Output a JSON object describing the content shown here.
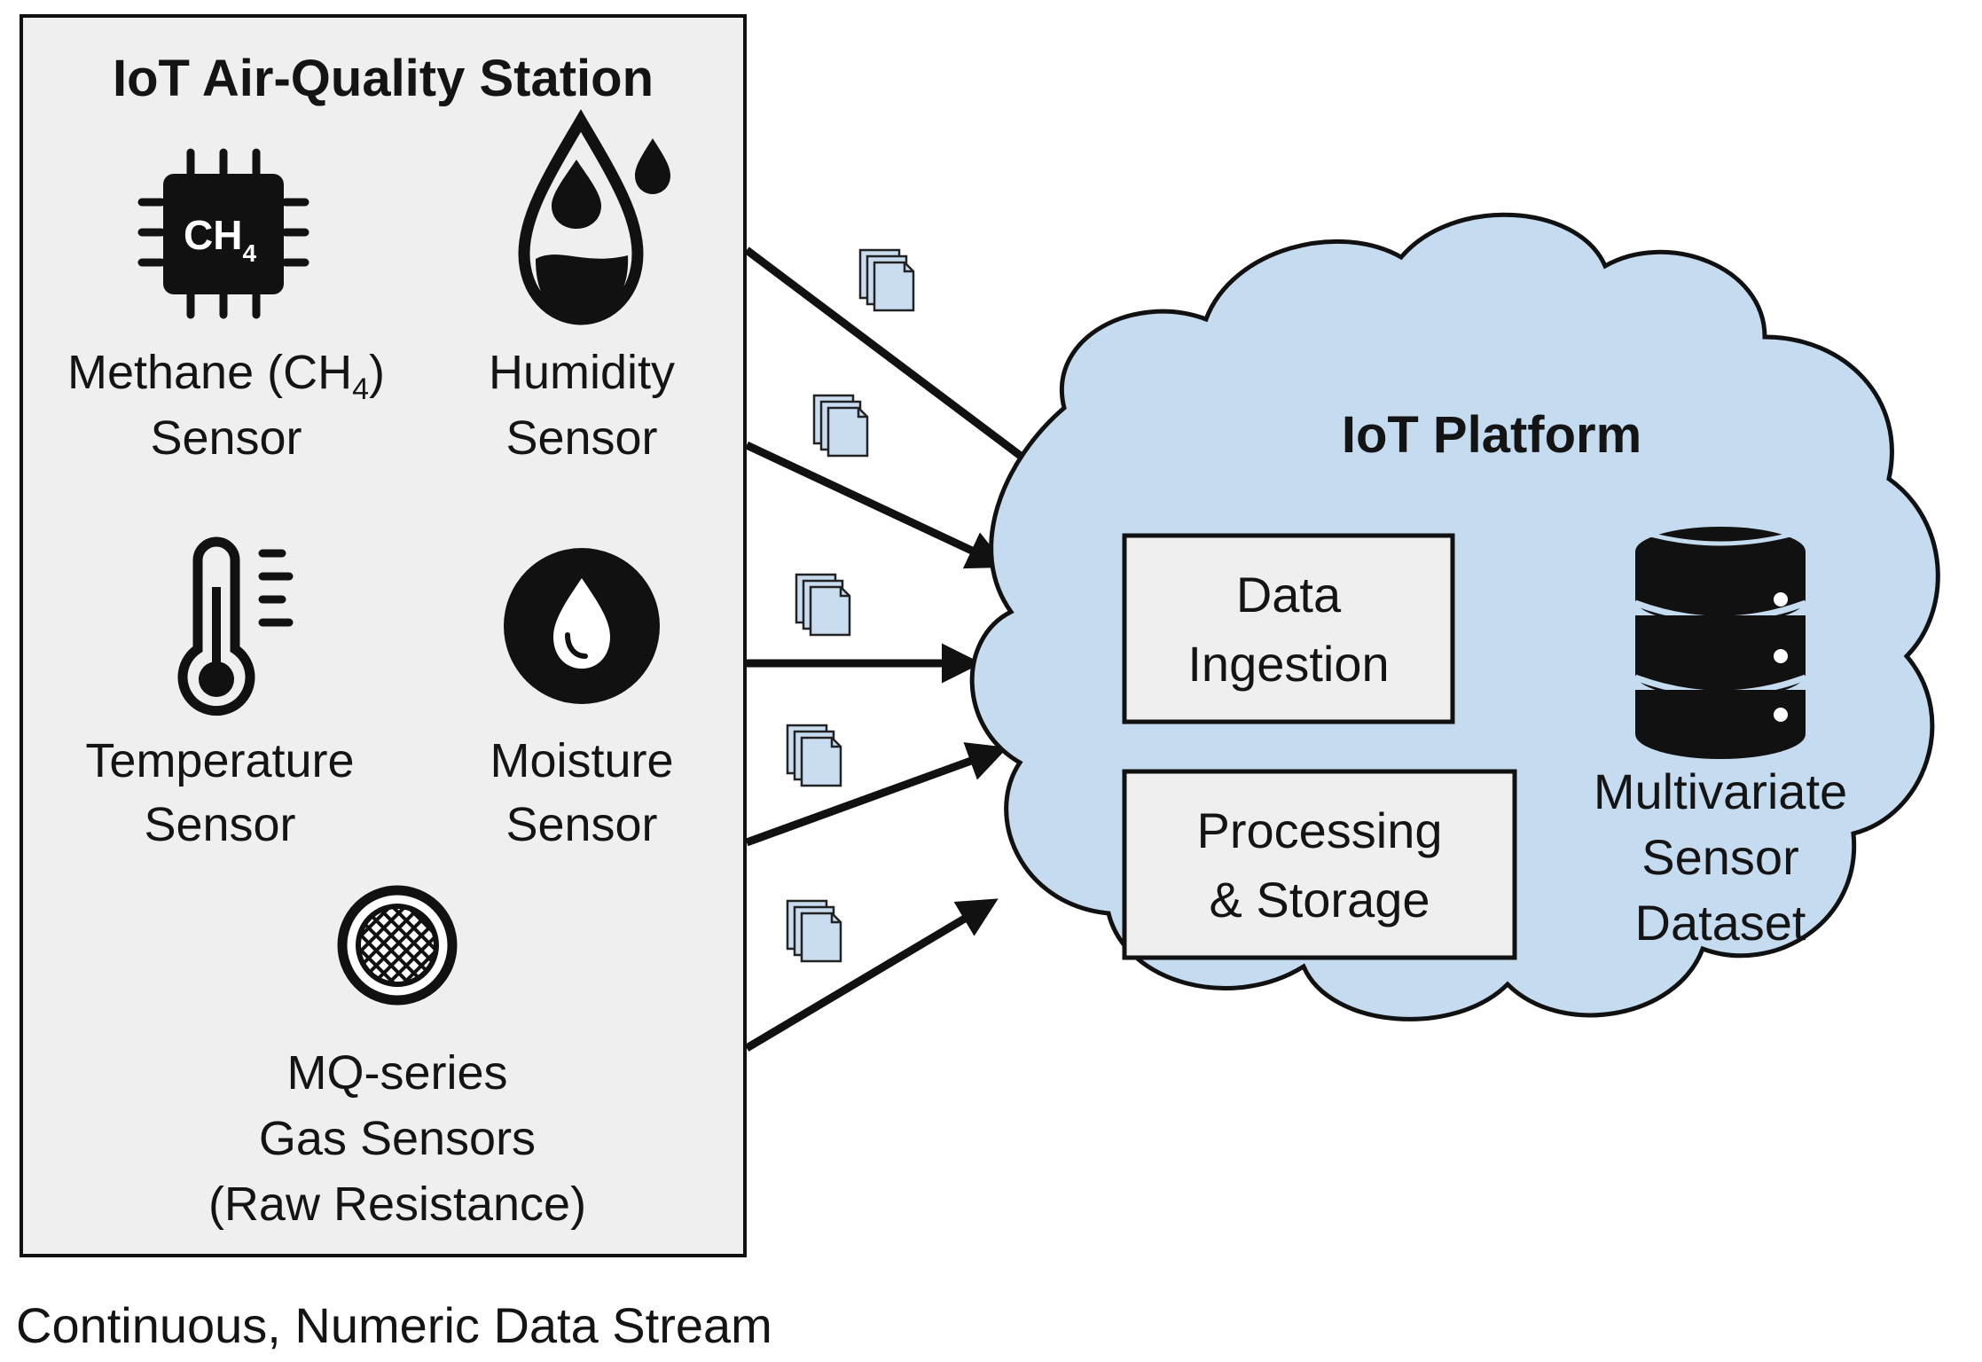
{
  "station": {
    "title": "IoT Air-Quality Station",
    "sensors": [
      {
        "icon": "methane-chip-icon",
        "chip_label": "CH",
        "chip_sub": "4",
        "line1": "Methane (CH",
        "line1_sub": "4",
        "line1_end": ")",
        "line2": "Sensor"
      },
      {
        "icon": "humidity-drops-icon",
        "line1": "Humidity",
        "line2": "Sensor"
      },
      {
        "icon": "thermometer-icon",
        "line1": "Temperature",
        "line2": "Sensor"
      },
      {
        "icon": "moisture-drop-icon",
        "line1": "Moisture",
        "line2": "Sensor"
      },
      {
        "icon": "gas-sensor-mesh-icon",
        "line1": "MQ-series",
        "line2": "Gas Sensors",
        "line3": "(Raw Resistance)"
      }
    ]
  },
  "platform": {
    "title": "IoT Platform",
    "boxes": [
      {
        "line1": "Data",
        "line2": "Ingestion"
      },
      {
        "line1": "Processing",
        "line2": "& Storage"
      }
    ],
    "dataset": {
      "icon": "database-icon",
      "line1": "Multivariate",
      "line2": "Sensor",
      "line3": "Dataset"
    }
  },
  "stream_caption": "Continuous, Numeric Data Stream",
  "colors": {
    "cloud_fill": "#c5dbef",
    "station_fill": "#efefef",
    "packet_fill": "#c9dcf0",
    "ink": "#111111"
  }
}
